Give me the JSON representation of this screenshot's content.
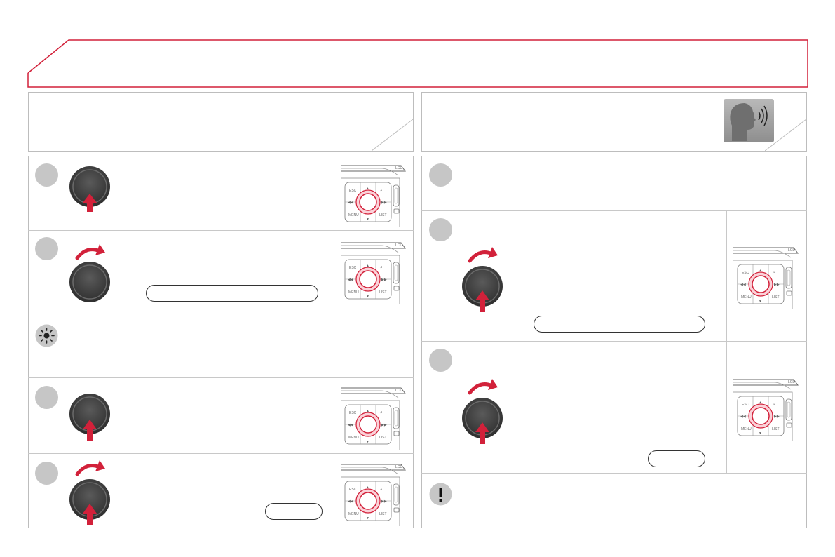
{
  "page": {
    "header_band": {
      "accent_color": "#d2213a"
    },
    "tip_icon": "sun-tip-icon",
    "warning_icon": "exclamation-warning-icon",
    "voice_icon": "voice-recognition-head-icon"
  },
  "controls": {
    "esc": "ESC",
    "menu": "MENU",
    "list": "LIST",
    "up": "▲",
    "down": "▼",
    "prev": "◀◀",
    "next": "▶▶",
    "music": "♫"
  },
  "colors": {
    "accent": "#d2213a",
    "knob": "#4a4a4a",
    "step_badge": "#c6c6c6",
    "border": "#bdbdbd"
  }
}
